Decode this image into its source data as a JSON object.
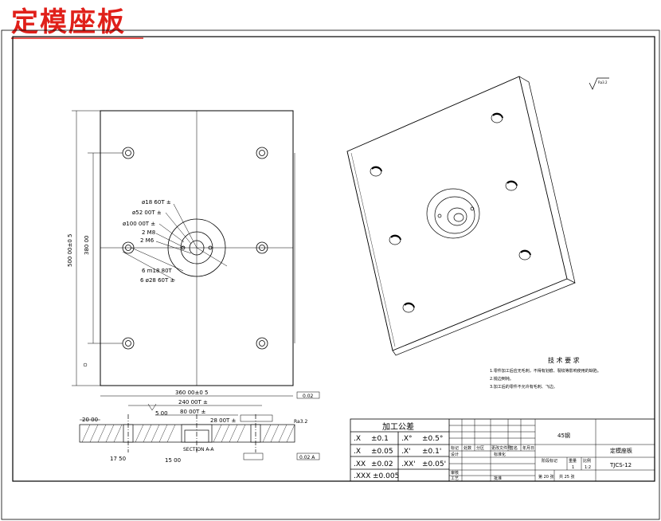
{
  "title": "定模座板",
  "front_view": {
    "dims": {
      "height_overall": "500 00±0 5",
      "height_hole_pitch": "380 00",
      "hole_callouts": [
        "ø18 60T ±",
        "ø52 00T ±",
        "ø100 00T ±",
        "2 M8",
        "2 M6",
        "6 m18 80T",
        "6 ø28 60T ±"
      ]
    }
  },
  "section_view": {
    "dims": {
      "width_overall": "360 00±0 5",
      "width_pitch": "240 00T ±",
      "inner": "80 00T ±",
      "step": "5 00",
      "thickness": "20 00",
      "depth_a": "28 00T ±",
      "left_off": "17 50",
      "mid_off": "15 00"
    },
    "label": "SECTION A-A",
    "flatness": "0.02",
    "roughness": "Ra3.2",
    "parallel_ref": "0.02 A"
  },
  "tech_req": {
    "heading": "技 术 要 求",
    "items": [
      "1.零件加工后应无毛刺，不得有划痕、裂纹等影响使用的缺陷。",
      "2.锐边倒钝。",
      "3.加工后的零件不允许有毛刺、飞边。"
    ]
  },
  "tolerance_table": {
    "heading": "加工公差",
    "rows": [
      [
        ".X",
        "±0.1",
        ".X°",
        "±0.5°"
      ],
      [
        ".X",
        "±0.05",
        ".X'",
        "±0.1'"
      ],
      [
        ".XX",
        "±0.02",
        ".XX'",
        "±0.05'"
      ],
      [
        ".XXX",
        "±0.005",
        "",
        ""
      ]
    ]
  },
  "title_block": {
    "material": "45钢",
    "part_name": "定模座板",
    "drawing_no": "TJCS-12",
    "scale": "1:2",
    "qty": "1",
    "sheet": "第 20 张",
    "total": "共 25 张",
    "labels": [
      "标记",
      "处数",
      "分区",
      "更改文件号",
      "签名",
      "年月日",
      "设计",
      "标准化",
      "审核",
      "工艺",
      "批准",
      "阶段标记",
      "重量",
      "比例"
    ]
  },
  "roughness_symbol": "Ra3.2"
}
